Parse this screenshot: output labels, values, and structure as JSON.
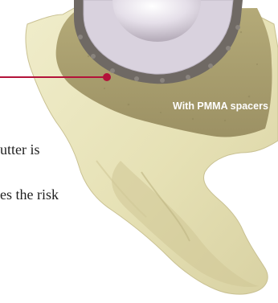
{
  "illustration": {
    "label": "With PMMA spacers",
    "leader_color": "#b3133a",
    "bone_color": "#ebe7bb",
    "bone_shadow_color": "#bcb48b",
    "socket_color": "#a89d6d",
    "implant_ring_color": "#6f6964",
    "implant_head_color": "#d9d2de"
  },
  "text": {
    "line_1": "utter is",
    "line_2": "es the risk"
  }
}
